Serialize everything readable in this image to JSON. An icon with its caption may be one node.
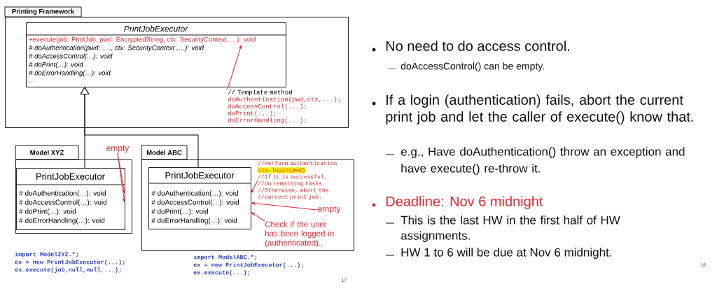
{
  "diagram": {
    "nodes": [
      {
        "text": [
          "Printing Framework"
        ]
      },
      {
        "text": [
          "PrintJobExecutor",
          "+execute(job: PrintJob, pwd: EncryptedString, ctx: SecurityContext, …): void",
          "# doAuthentication(pwd: …., ctx: SecurityContext ,…): void",
          "# doAccessControl(…): void",
          "# doPrint(…): void",
          "# doErrorHandling(…): void",
          "..."
        ],
        "in": 0
      },
      {
        "text": [
          "// Template method",
          "doAuthentication(pwd,ctx,...); doAccessControl(...); doPrint(...); doErrorHandling(...);"
        ],
        "in": 0
      },
      {
        "text": [
          "Model XYZ"
        ]
      },
      {
        "text": [
          "PrintJobExecutor",
          "# doAuthentication(…): void",
          "# doAccessControl(…): void",
          "# doPrint(…): void",
          "# doErrorHandling(…): void"
        ],
        "in": 3
      },
      {
        "text": [
          "empty"
        ]
      },
      {
        "text": [
          "Model ABC"
        ]
      },
      {
        "text": [
          "PrintJobExecutor",
          "# doAuthentication(…): void",
          "# doAccessControl(…): void",
          "# doPrint(…): void",
          "# doErrorHandling(…): void"
        ],
        "in": 6
      },
      {
        "text": [
          "//Perform authentication",
          "ctx.login(pwd)",
          "//If it is successful, //do remaining tasks. //Otherwise, abort the //current print job."
        ],
        "in": 6
      },
      {
        "text": [
          "empty"
        ],
        "in": 6
      },
      {
        "text": [
          "Check if the user has been logged-in (authenticated).,"
        ],
        "in": 6
      }
    ],
    "edges": [
      {
        "from": 2,
        "to": 1,
        "arrow": "to"
      },
      {
        "from": 4,
        "to": 1,
        "arrow": "to",
        "color": "#000000"
      },
      {
        "from": 7,
        "to": 1,
        "arrow": "to",
        "color": "#000000"
      },
      {
        "from": 5,
        "to": 4,
        "arrow": "to"
      },
      {
        "from": 5,
        "to": 4,
        "arrow": "to"
      },
      {
        "from": 8,
        "to": 7,
        "arrow": "to"
      },
      {
        "from": 9,
        "to": 7,
        "arrow": "to"
      },
      {
        "from": 10,
        "to": 7,
        "arrow": "to"
      }
    ],
    "labels": [
      "import ModelZYZ.*;",
      "ex = new PrintJobExecutor(...);",
      "ex.execute(job,null,null,...);",
      "import ModelABC.*;",
      "ex = new PrintJobExecutor(...);",
      "ex.execute(...);",
      "17",
      "No need to do access control.",
      "doAccessControl() can be empty.",
      "If a login (authentication) fails, abort the current print job and let the caller of execute() know that.",
      "e.g., Have doAuthentication() throw an exception and have execute() re-throw it.",
      "Deadline: Nov 6 midnight",
      "This is the last HW in the first half of HW assignments.",
      "HW 1 to 6 will be due at Nov 6 midnight.",
      "18"
    ]
  }
}
